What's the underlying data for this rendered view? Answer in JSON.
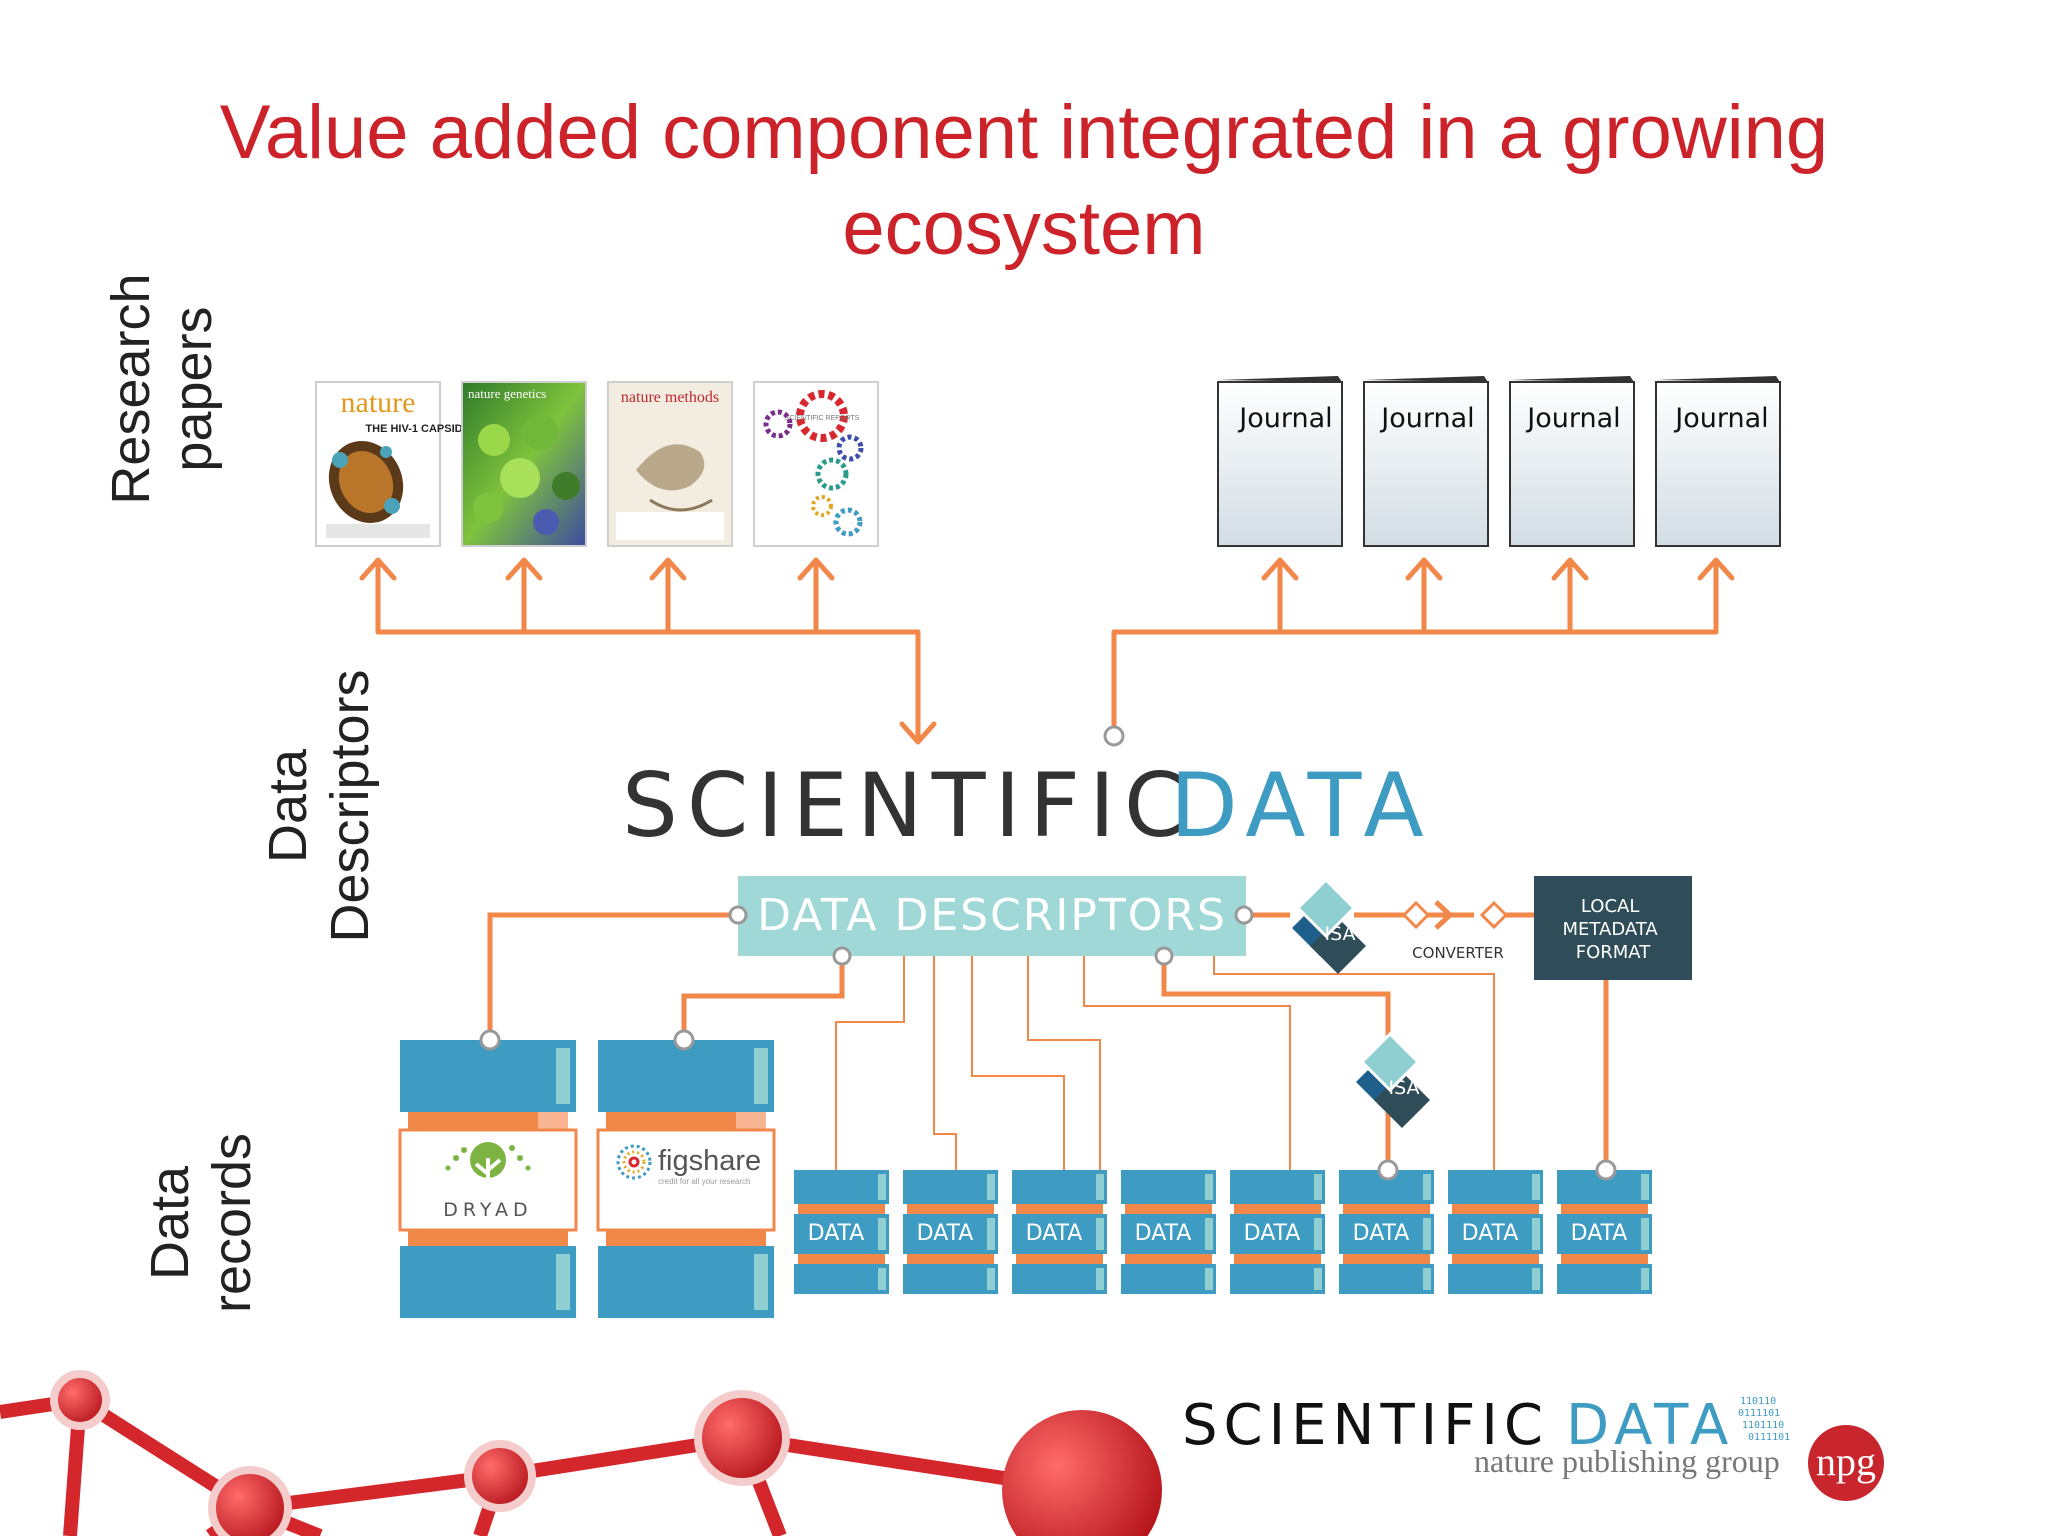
{
  "slide": {
    "title": "Value added component integrated in a growing ecosystem"
  },
  "layers": {
    "research_papers": "Research papers",
    "data_descriptors": "Data Descriptors",
    "data_records": "Data records"
  },
  "covers": [
    {
      "masthead": "nature",
      "headline": "THE HIV-1 CAPSID"
    },
    {
      "masthead": "nature genetics"
    },
    {
      "masthead": "nature methods"
    },
    {
      "masthead": "SCIENTIFIC REPORTS"
    }
  ],
  "journals": [
    "Journal",
    "Journal",
    "Journal",
    "Journal"
  ],
  "center": {
    "logo_word1": "SCIENTIFIC",
    "logo_word2": "DATA",
    "descriptors_box": "DATA DESCRIPTORS",
    "isa": "ISA",
    "converter": "CONVERTER",
    "local_metadata": "LOCAL METADATA FORMAT"
  },
  "repositories": {
    "dryad": "DRYAD",
    "figshare_name": "figshare",
    "figshare_tagline": "credit for all your research"
  },
  "data_stacks": [
    "DATA",
    "DATA",
    "DATA",
    "DATA",
    "DATA",
    "DATA",
    "DATA",
    "DATA"
  ],
  "footer": {
    "brand_word1": "SCIENTIFIC",
    "brand_word2": "DATA",
    "binary": "110110 0111101 1101110 0111101",
    "publisher": "nature publishing group",
    "npg": "npg"
  },
  "colors": {
    "title": "#cc2229",
    "arrow": "#f2874a",
    "teal": "#3e9bc2",
    "light_teal": "#8fcfd1",
    "dark_slate": "#2e4d58",
    "red": "#d4272c"
  }
}
